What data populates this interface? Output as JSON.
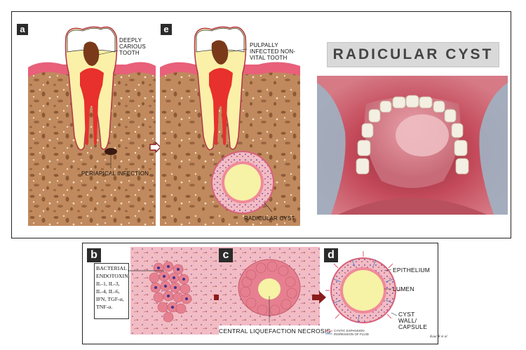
{
  "panels": {
    "a": {
      "letter": "a",
      "label_tooth": "DEEPLY CARIOUS TOOTH",
      "label_infection": "PERIAPICAL INFECTION"
    },
    "e": {
      "letter": "e",
      "label_tooth": "PULPALLY INFECTED NON-VITAL TOOTH",
      "label_cyst": "RADICULAR CYST"
    },
    "photo": {
      "title": "RADICULAR CYST"
    },
    "b": {
      "letter": "b",
      "mediators": "BACTERIAL ENDOTOXIN,\nIL-1, IL-3,\nIL-4, IL-6,\nIFN, TGF-α,\nTNF-α."
    },
    "c": {
      "letter": "c",
      "label": "CENTRAL LIQUEFACTION NECROSIS"
    },
    "d": {
      "letter": "d",
      "epithelium": "EPITHELIUM",
      "lumen": "LUMEN",
      "cyst_wall": "CYST WALL/ CAPSULE",
      "legend_expansion": "CYSTIC EXPANSION",
      "legend_ingression": "INGRESSION OF FLUID",
      "author": "Kaur R et al"
    }
  },
  "colors": {
    "bone": "#c08a5e",
    "bone_spot": "#8d5a36",
    "gum": "#e8607a",
    "dentin": "#fbf0a8",
    "pulp": "#e8302c",
    "caries": "#7a3a1a",
    "tissue": "#f2bcc4",
    "cyst_lumen": "#f6f2a6",
    "arrow": "#8b1c1c"
  }
}
